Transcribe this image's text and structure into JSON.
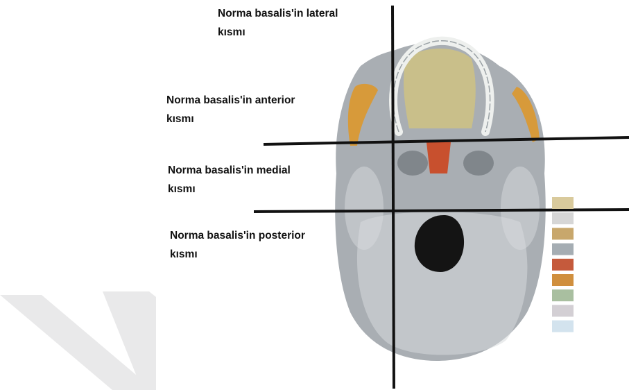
{
  "labels": {
    "lateral": {
      "line1": "Norma basalis'in lateral",
      "line2": "kısmı"
    },
    "anterior": {
      "line1": "Norma basalis'in anterior",
      "line2": "kısmı"
    },
    "medial": {
      "line1": "Norma basalis'in medial",
      "line2": "kısmı"
    },
    "posterior": {
      "line1": "Norma basalis'in posterior",
      "line2": "kısmı"
    }
  },
  "colors": {
    "background": "#ffffff",
    "divider_lines": "#111111",
    "bone": "#a9aeb3",
    "bone_light": "#d7dadd",
    "bone_dark": "#6f757b",
    "maxilla": "#c9bf8a",
    "zygomatic": "#d79a3a",
    "vomer": "#c8502e",
    "foramen_magnum": "#141414",
    "watermark": "#e9e9ea"
  },
  "legend_swatches": [
    "#d9ca9c",
    "#d6d6d6",
    "#c8a76c",
    "#a5adb3",
    "#c55a3c",
    "#d08f3e",
    "#a9bfa0",
    "#d3cfd4",
    "#d3e3ee"
  ]
}
